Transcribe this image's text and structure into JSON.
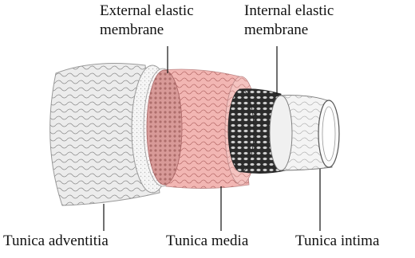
{
  "labels": {
    "external_elastic_membrane": [
      "External elastic",
      "membrane"
    ],
    "internal_elastic_membrane": [
      "Internal elastic",
      "membrane"
    ],
    "tunica_adventitia": "Tunica adventitia",
    "tunica_media": "Tunica media",
    "tunica_intima": "Tunica intima"
  },
  "colors": {
    "adventitia": "#ececec",
    "external_membrane": "#f3ecec",
    "media_dark": "#d89a98",
    "media_light": "#f2b6b3",
    "internal_membrane": "#2e2e2e",
    "intima": "#f4f4f4",
    "line": "#111111"
  }
}
